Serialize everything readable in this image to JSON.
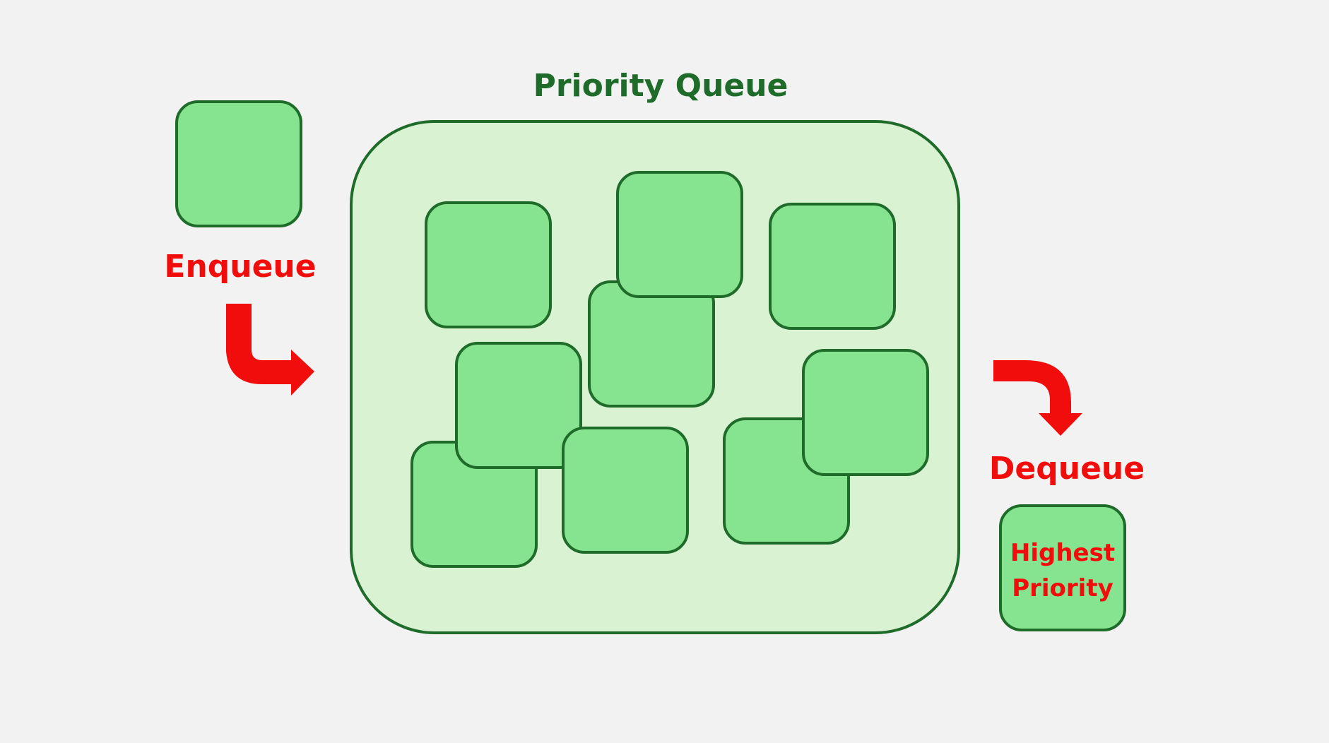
{
  "title": "Priority Queue",
  "enqueue_label": "Enqueue",
  "dequeue_label": "Dequeue",
  "dequeued_item": {
    "line1": "Highest",
    "line2": "Priority"
  },
  "colors": {
    "background": "#f2f2f2",
    "queue_fill": "#d9f2d2",
    "item_fill": "#86e38f",
    "outline": "#1e6b2a",
    "arrow_and_labels": "#f20d0d"
  }
}
